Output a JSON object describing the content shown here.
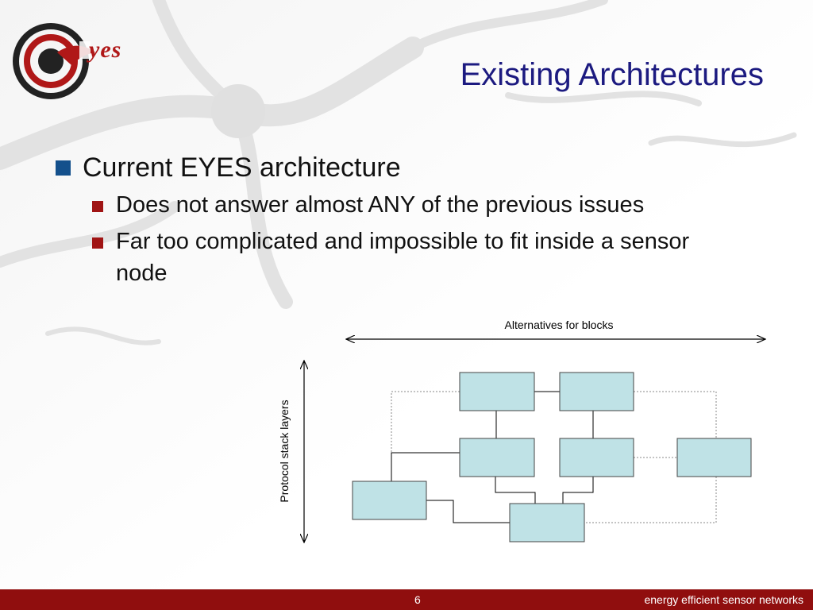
{
  "logo": {
    "text": "yes"
  },
  "title": "Existing Architectures",
  "bullets": {
    "level1": "Current EYES architecture",
    "level2": [
      "Does not answer almost ANY of the previous issues",
      "Far too complicated and impossible to fit inside a sensor node"
    ]
  },
  "diagram": {
    "horizontal_label": "Alternatives for blocks",
    "vertical_label": "Protocol stack layers",
    "block_fill": "#bfe2e6"
  },
  "footer": {
    "page_number": "6",
    "text": "energy efficient sensor networks",
    "bar_color": "#900e0e"
  },
  "colors": {
    "title": "#1c1a80",
    "bullet_level1": "#14508c",
    "bullet_level2": "#a01414"
  }
}
